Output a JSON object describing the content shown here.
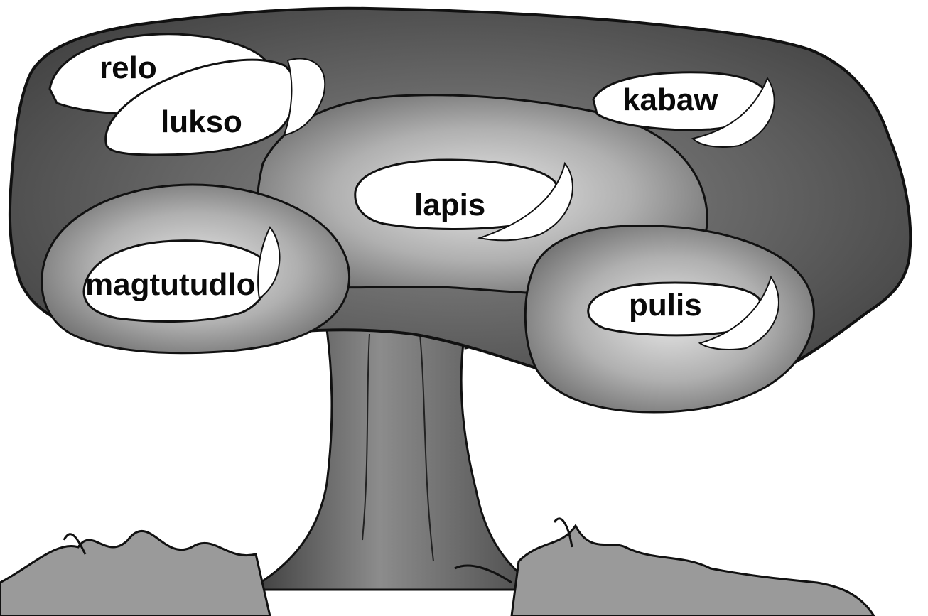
{
  "illustration": {
    "colors": {
      "background": "#ffffff",
      "foliage_dark": "#4a4a4a",
      "foliage_mid": "#7a7a7a",
      "foliage_light": "#bdbdbd",
      "trunk": "#6e6e6e",
      "grass": "#8a8a8a",
      "outline": "#111111",
      "mango_fill": "#ffffff",
      "text": "#0a0a0a"
    },
    "mango_words": [
      "relo",
      "lukso",
      "kabaw",
      "lapis",
      "magtutudlo",
      "pulis"
    ]
  }
}
